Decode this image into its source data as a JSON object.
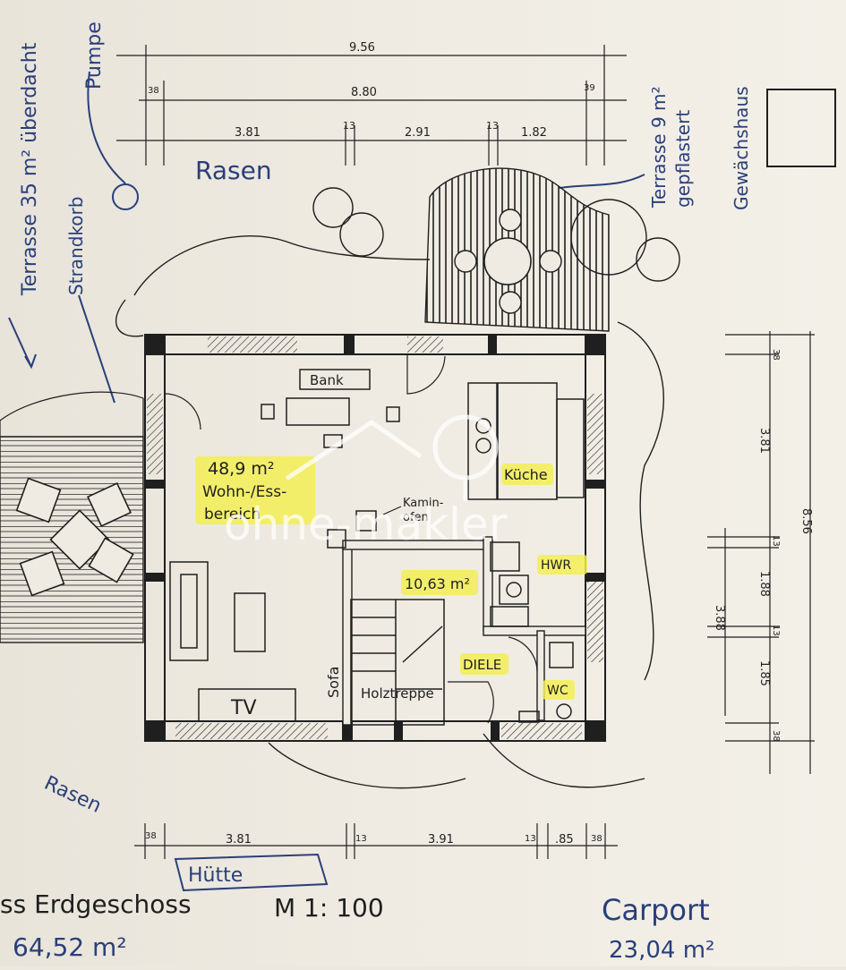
{
  "dimensions": {
    "total_width": "9.56",
    "inner_width": "8.80",
    "wall_left": "38",
    "wall_right": "39",
    "seg_1": "3.81",
    "seg_2": "13",
    "seg_3": "2.91",
    "seg_4": "13",
    "seg_5": "1.82",
    "bottom_wall_left": "38",
    "bottom_seg_1": "3.81",
    "bottom_seg_2": "13",
    "bottom_seg_3": "3.91",
    "bottom_seg_4": "13",
    "bottom_seg_5": ".85",
    "bottom_wall_right": "38",
    "right_total": "8.56",
    "right_top_wall": "38",
    "right_seg_1": "3.81",
    "right_seg_2": "13",
    "right_seg_3": "1.88",
    "right_seg_4": "13",
    "right_seg_5": "1.85",
    "right_bottom_wall": "38",
    "right_inner": "3.88"
  },
  "rooms": {
    "living_area": "48,9 m²",
    "living_label_1": "Wohn-/Ess-",
    "living_label_2": "bereich",
    "kitchen": "Küche",
    "hwr_area": "10,63 m²",
    "hwr": "HWR",
    "hall": "DIELE",
    "wc": "WC",
    "stairs": "Holztreppe",
    "sofa": "Sofa",
    "tv": "TV",
    "bench": "Bank",
    "stove_1": "Kamin-",
    "stove_2": "ofen"
  },
  "annotations": {
    "lawn": "Rasen",
    "pump": "Pumpe",
    "terrace_covered": "Terrasse 35 m² überdacht",
    "beach_chair": "Strandkorb",
    "terrace_paved_1": "Terrasse 9 m²",
    "terrace_paved_2": "gepflastert",
    "greenhouse": "Gewächshaus",
    "lawn_bottom": "Rasen",
    "hut": "Hütte",
    "floor_name": "ss Erdgeschoss",
    "scale": "M 1: 100",
    "floor_area": "64,52 m²",
    "carport": "Carport",
    "carport_area": "23,04 m²"
  },
  "watermark": "ohne-makler",
  "colors": {
    "ink": "#1f1f1f",
    "pen_blue": "#2a3f7a",
    "highlight": "#f3ee55",
    "paper": "#efebe2"
  }
}
